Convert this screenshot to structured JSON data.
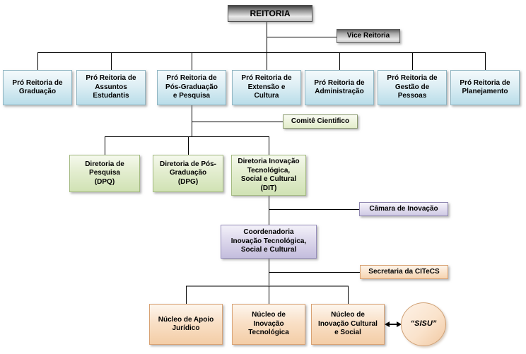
{
  "org": {
    "root": {
      "label": "REITORIA"
    },
    "vice": {
      "label": "Vice Reitoria"
    },
    "pro_reitorias": [
      {
        "label": "Pró Reitoria de\nGraduação"
      },
      {
        "label": "Pró Reitoria de\nAssuntos\nEstudantis"
      },
      {
        "label": "Pró Reitoria de\nPós-Graduação\ne Pesquisa"
      },
      {
        "label": "Pró Reitoria de\nExtensão e\nCultura"
      },
      {
        "label": "Pró Reitoria de\nAdministração"
      },
      {
        "label": "Pró Reitoria de\nGestão de\nPessoas"
      },
      {
        "label": "Pró Reitoria de\nPlanejamento"
      }
    ],
    "comite": {
      "label": "Comitê Cientifico"
    },
    "diretorias": [
      {
        "label": "Diretoria de\nPesquisa\n(DPQ)"
      },
      {
        "label": "Diretoria de Pós-\nGraduação\n(DPG)"
      },
      {
        "label": "Diretoria Inovação\nTecnológica,\nSocial e Cultural\n(DIT)"
      }
    ],
    "camara": {
      "label": "Câmara de Inovação"
    },
    "coordenadoria": {
      "label": "Coordenadoria\nInovação Tecnológica,\nSocial e Cultural"
    },
    "secretaria": {
      "label": "Secretaria da CITeCS"
    },
    "nucleos": [
      {
        "label": "Núcleo de Apoio\nJurídico"
      },
      {
        "label": "Núcleo de\nInovação\nTecnológica"
      },
      {
        "label": "Núcleo de\nInovação Cultural\ne Social"
      }
    ],
    "sisu": {
      "label": "“SISU”"
    }
  },
  "palette": {
    "connector": "#000000",
    "nucleo_bus": "#7f7f7f",
    "gray_box": "#8a8a8a",
    "blue_box": "#b9dde9",
    "green_box": "#d0e2b4",
    "purple_box": "#c4bddd",
    "orange_box": "#f3cda6",
    "text": "#000000",
    "background": "#ffffff"
  }
}
